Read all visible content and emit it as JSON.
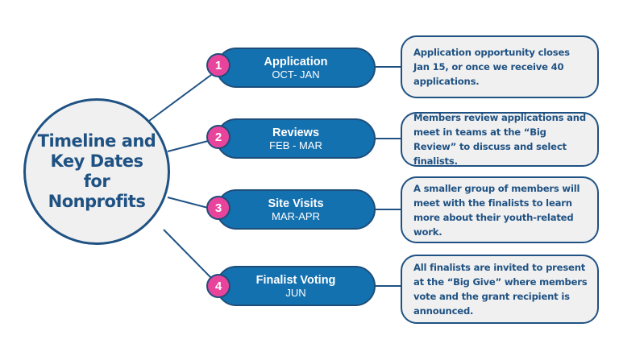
{
  "hub": {
    "title": "Timeline and Key Dates for Nonprofits"
  },
  "colors": {
    "hub_fill": "#f1f0f0",
    "navy": "#1f5283",
    "pill_blue": "#1471b0",
    "badge_pink": "#e8449c",
    "white": "#ffffff"
  },
  "steps": [
    {
      "number": "1",
      "title": "Application",
      "dates": "OCT- JAN",
      "description": "Application opportunity closes Jan 15, or once we receive 40 applications."
    },
    {
      "number": "2",
      "title": "Reviews",
      "dates": "FEB - MAR",
      "description": "Members review applications and meet in teams at the “Big Review” to discuss and select finalists."
    },
    {
      "number": "3",
      "title": "Site Visits",
      "dates": "MAR-APR",
      "description": "A smaller group of members will meet with the finalists to learn more about their youth-related work."
    },
    {
      "number": "4",
      "title": "Finalist Voting",
      "dates": "JUN",
      "description": "All finalists are invited to present at the “Big Give” where members vote and the grant recipient is announced."
    }
  ]
}
